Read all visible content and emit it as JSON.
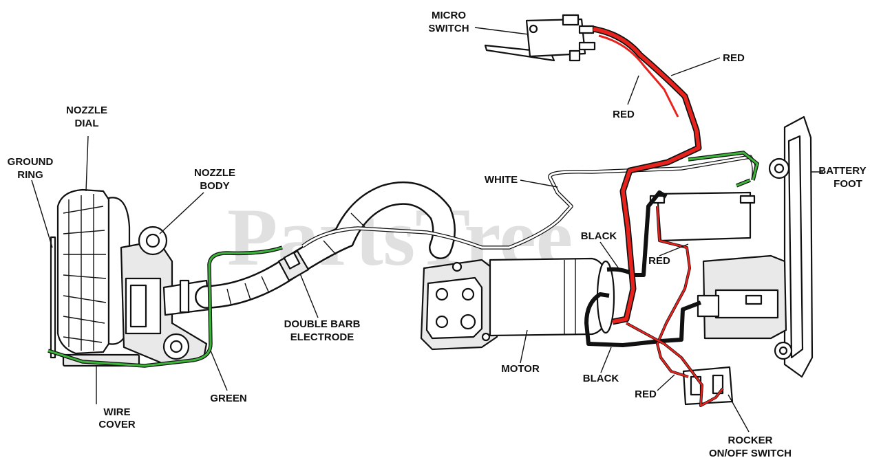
{
  "watermark": "PartsTree",
  "labels": {
    "micro_switch": [
      "MICRO",
      "SWITCH"
    ],
    "red_top_right": "RED",
    "red_top": "RED",
    "nozzle_dial": [
      "NOZZLE",
      "DIAL"
    ],
    "ground_ring": [
      "GROUND",
      "RING"
    ],
    "nozzle_body": [
      "NOZZLE",
      "BODY"
    ],
    "white": "WHITE",
    "battery_foot": [
      "BATTERY",
      "FOOT"
    ],
    "black_top": "BLACK",
    "red_mid": "RED",
    "double_barb_electrode": [
      "DOUBLE BARB",
      "ELECTRODE"
    ],
    "motor": "MOTOR",
    "black_bottom": "BLACK",
    "red_bottom": "RED",
    "wire_cover": [
      "WIRE",
      "COVER"
    ],
    "green": "GREEN",
    "rocker_switch": [
      "ROCKER",
      "ON/OFF SWITCH"
    ]
  },
  "wire_colors": {
    "red": "#e8221c",
    "green": "#3db53a",
    "black": "#111111",
    "white": "#ffffff"
  }
}
